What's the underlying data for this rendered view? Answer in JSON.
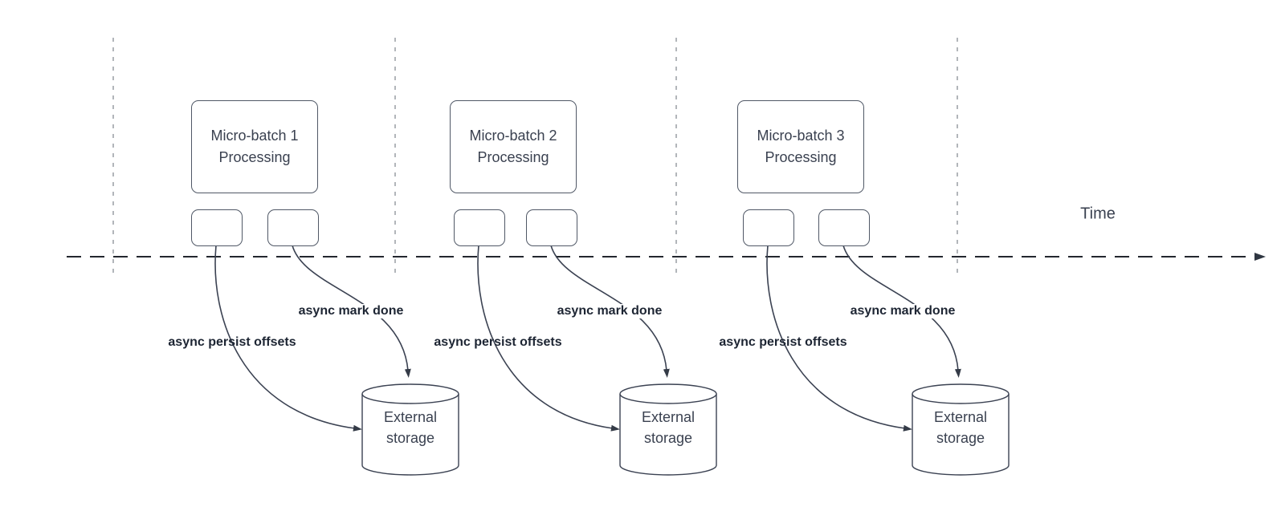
{
  "time_axis": {
    "label": "Time"
  },
  "groups": [
    {
      "name": "Micro-batch 1",
      "subtitle": "Processing",
      "persist_label": "async persist offsets",
      "done_label": "async mark done",
      "storage": {
        "line1": "External",
        "line2": "storage"
      }
    },
    {
      "name": "Micro-batch 2",
      "subtitle": "Processing",
      "persist_label": "async persist offsets",
      "done_label": "async mark done",
      "storage": {
        "line1": "External",
        "line2": "storage"
      }
    },
    {
      "name": "Micro-batch 3",
      "subtitle": "Processing",
      "persist_label": "async persist offsets",
      "done_label": "async mark done",
      "storage": {
        "line1": "External",
        "line2": "storage"
      }
    }
  ],
  "colors": {
    "shape_stroke": "#3b4252",
    "shape_text": "#3a4150",
    "bold_label_text": "#1d2533",
    "guide_dash": "#9fa3a9",
    "timeline": "#23272e",
    "background": "#ffffff"
  }
}
